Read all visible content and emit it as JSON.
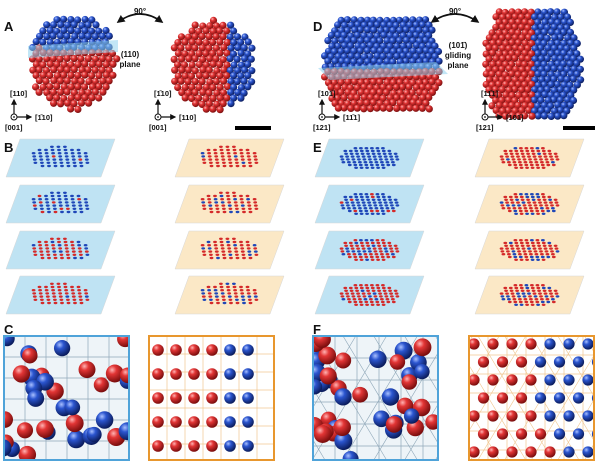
{
  "figure": {
    "panel_labels": {
      "A": "A",
      "B": "B",
      "C": "C",
      "D": "D",
      "E": "E",
      "F": "F"
    },
    "panel_A": {
      "rotation_angle": "90°",
      "plane_label_line1": "(110)",
      "plane_label_line2": "plane",
      "axes_left": {
        "up": "[110]",
        "right": "[1̄10]",
        "origin": "[001]"
      },
      "axes_right": {
        "up": "[1̄10]",
        "right": "[110]",
        "origin": "[001]"
      }
    },
    "panel_D": {
      "rotation_angle": "90°",
      "plane_label_line1": "(101̄)",
      "plane_label_line2": "gliding",
      "plane_label_line3": "plane",
      "axes_left": {
        "up": "[101̄]",
        "right": "[11̄1]",
        "origin": "[121]"
      },
      "axes_right": {
        "up": "[11̄1]",
        "right": "[101̄]",
        "origin": "[121]"
      }
    },
    "colors": {
      "atom_red": "#d42a2a",
      "atom_blue": "#1f47b8",
      "plane_blue": "#bfe3f3",
      "plane_orange": "#fbe8c6",
      "frame_blue": "#4fa3d9",
      "frame_orange": "#e8972e",
      "scale_bar": "#000000"
    },
    "icons": [
      "curved-double-arrow-icon",
      "axis-arrow-icon",
      "scale-bar-icon"
    ]
  }
}
